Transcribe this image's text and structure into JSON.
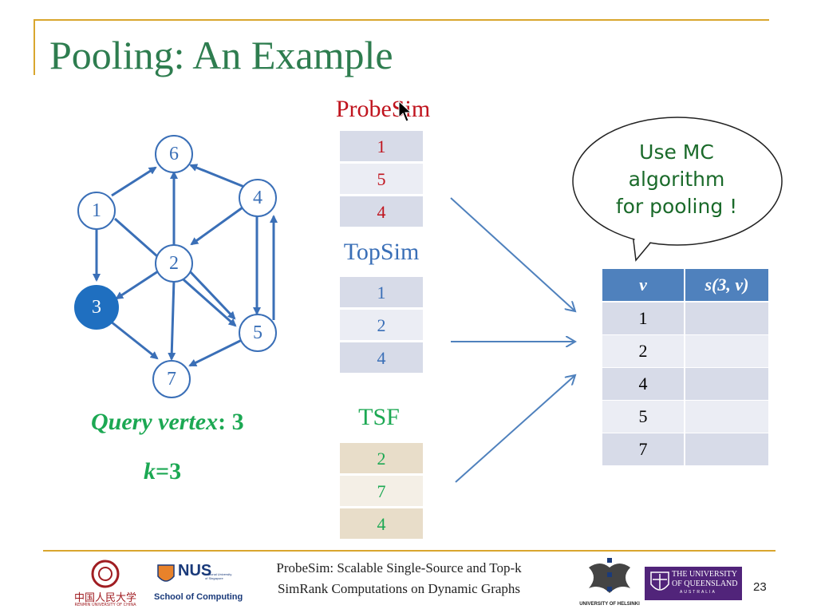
{
  "slide": {
    "title": "Pooling: An Example",
    "page_number": "23"
  },
  "graph": {
    "nodes": [
      "6",
      "1",
      "4",
      "2",
      "3",
      "5",
      "7"
    ],
    "query_label": "Query vertex",
    "query_value": ": 3",
    "k_label": "k",
    "k_value": "=3"
  },
  "probesim": {
    "title": "ProbeSim",
    "items": [
      "1",
      "5",
      "4"
    ]
  },
  "topsim": {
    "title": "TopSim",
    "items": [
      "1",
      "2",
      "4"
    ]
  },
  "tsf": {
    "title": "TSF",
    "items": [
      "2",
      "7",
      "4"
    ]
  },
  "bubble": {
    "lines": [
      "Use MC",
      "algorithm",
      "for pooling !"
    ]
  },
  "result_table": {
    "headers": [
      "v",
      "s(3, v)"
    ],
    "rows": [
      "1",
      "2",
      "4",
      "5",
      "7"
    ]
  },
  "footer": {
    "line1": "ProbeSim: Scalable Single-Source and Top-k",
    "line2": "SimRank Computations on Dynamic Graphs"
  },
  "logos": {
    "renmin": "中国人民大学",
    "renmin_sub": "RENMIN UNIVERSITY OF CHINA",
    "nus": "NUS",
    "nus_sub1": "National University",
    "nus_sub2": "of Singapore",
    "nus_school": "School of Computing",
    "helsinki": "UNIVERSITY OF HELSINKI",
    "uq_line1": "THE UNIVERSITY",
    "uq_line2": "OF QUEENSLAND",
    "uq_line3": "AUSTRALIA"
  },
  "colors": {
    "title": "#2e7d4f",
    "accent_line": "#d9a62e",
    "node_stroke": "#3a6fb7",
    "query_node_fill": "#1f6fc0",
    "probesim": "#c0141e",
    "topsim": "#3a6fb7",
    "tsf": "#1ca853",
    "table_header": "#4f81bd"
  }
}
